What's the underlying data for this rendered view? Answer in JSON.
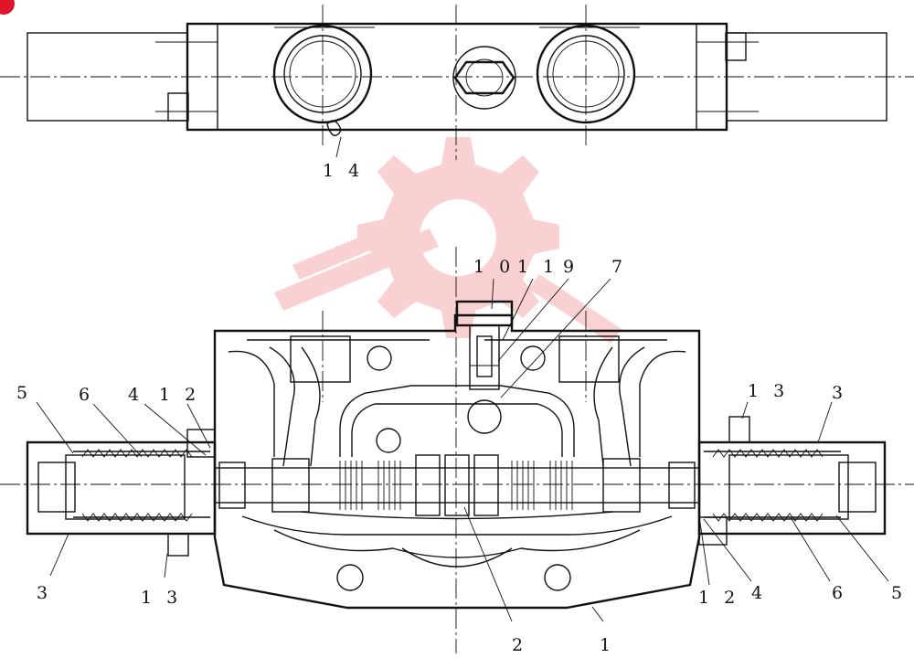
{
  "callouts": {
    "c14": "1 4",
    "c10": "1 0",
    "c11": "1 1",
    "c9": "9",
    "c7": "7",
    "c5_left": "5",
    "c6_left": "6",
    "c4_left": "4",
    "c12_left": "1 2",
    "c13_right": "1 3",
    "c3_right": "3",
    "c3_left": "3",
    "c13_left": "1 3",
    "c2": "2",
    "c1": "1",
    "c12_right": "1 2",
    "c4_right": "4",
    "c6_right": "6",
    "c5_right": "5"
  },
  "colors": {
    "line": "#111111",
    "watermark": "#e8323c",
    "corner_badge": "#e0142a"
  },
  "icons": {
    "watermark": "gear-logo-watermark",
    "corner": "red-corner-badge"
  }
}
